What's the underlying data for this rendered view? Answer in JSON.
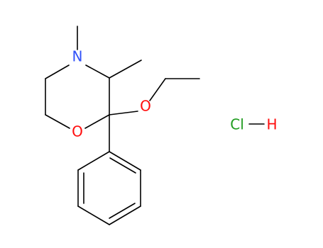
{
  "atoms": {
    "nitrogen": {
      "label": "N",
      "color": "#3050f8"
    },
    "ring_oxygen": {
      "label": "O",
      "color": "#ff0d0d"
    },
    "ether_oxygen": {
      "label": "O",
      "color": "#ff0d0d"
    },
    "chlorine": {
      "label": "Cl",
      "color": "#1f9c1f"
    },
    "hydrogen": {
      "label": "H",
      "color": "#ff0d0d"
    }
  }
}
